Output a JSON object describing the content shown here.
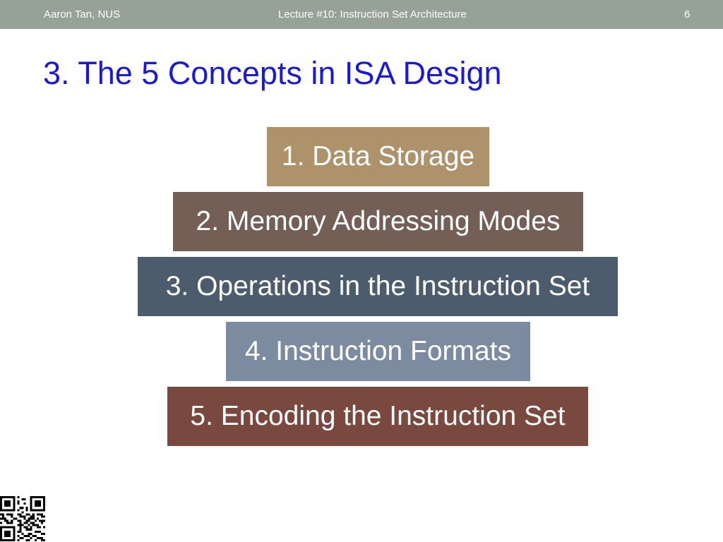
{
  "header": {
    "author": "Aaron Tan, NUS",
    "lecture_title": "Lecture #10: Instruction Set Architecture",
    "slide_number": "6"
  },
  "slide": {
    "title": "3. The 5 Concepts in ISA Design",
    "title_color": "#1a1ad6",
    "concepts": [
      {
        "label": "1. Data Storage",
        "color": "#ad926b"
      },
      {
        "label": "2. Memory Addressing Modes",
        "color": "#735f55"
      },
      {
        "label": "3. Operations in the Instruction Set",
        "color": "#4d5c6c"
      },
      {
        "label": "4. Instruction Formats",
        "color": "#7d8ba0"
      },
      {
        "label": "5. Encoding the Instruction Set",
        "color": "#79483e"
      }
    ]
  },
  "colors": {
    "header_bar": "#96a297"
  }
}
